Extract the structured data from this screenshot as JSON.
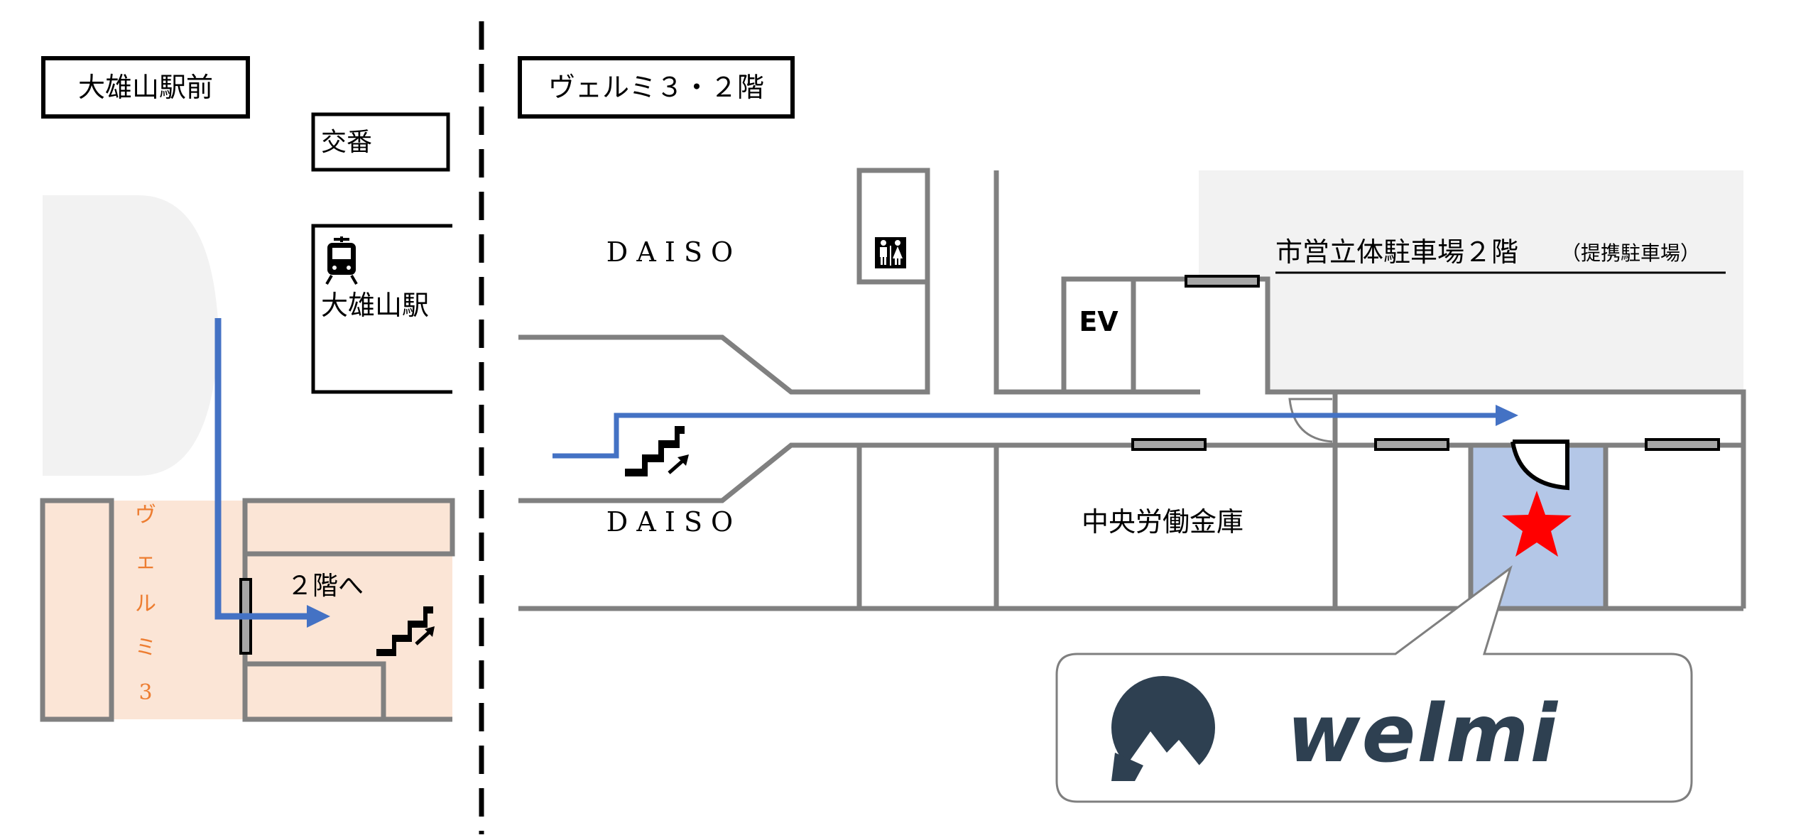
{
  "left_area": {
    "title": "大雄山駅前",
    "koban": "交番",
    "station": "大雄山駅",
    "station_icon": "tram-icon",
    "building_vertical": [
      "ヴ",
      "ェ",
      "ル",
      "ミ",
      "3"
    ],
    "to_second_floor": "２階へ",
    "stairs_icon": "stairs-up-icon"
  },
  "right_area": {
    "title": "ヴェルミ３・２階",
    "daiso_top": "D A I S O",
    "daiso_bottom": "D A I S O",
    "restroom_icon": "restroom-icon",
    "elevator": "EV",
    "parking_main": "市営立体駐車場２階",
    "parking_sub": "（提携駐車場）",
    "bank": "中央労働金庫",
    "stairs_icon": "stairs-up-icon",
    "destination_icon": "star-icon",
    "logo_text": "welmi",
    "logo_icon": "mountain-logo-icon"
  },
  "colors": {
    "route": "#4472c4",
    "wall": "#808080",
    "building_fill": "#fbe5d6",
    "building_label": "#ed7d31",
    "parking_fill": "#f2f2f2",
    "destination_fill": "#b4c7e7",
    "star": "#ff0000",
    "logo": "#2e4051",
    "door_fill": "#a6a6a6"
  }
}
